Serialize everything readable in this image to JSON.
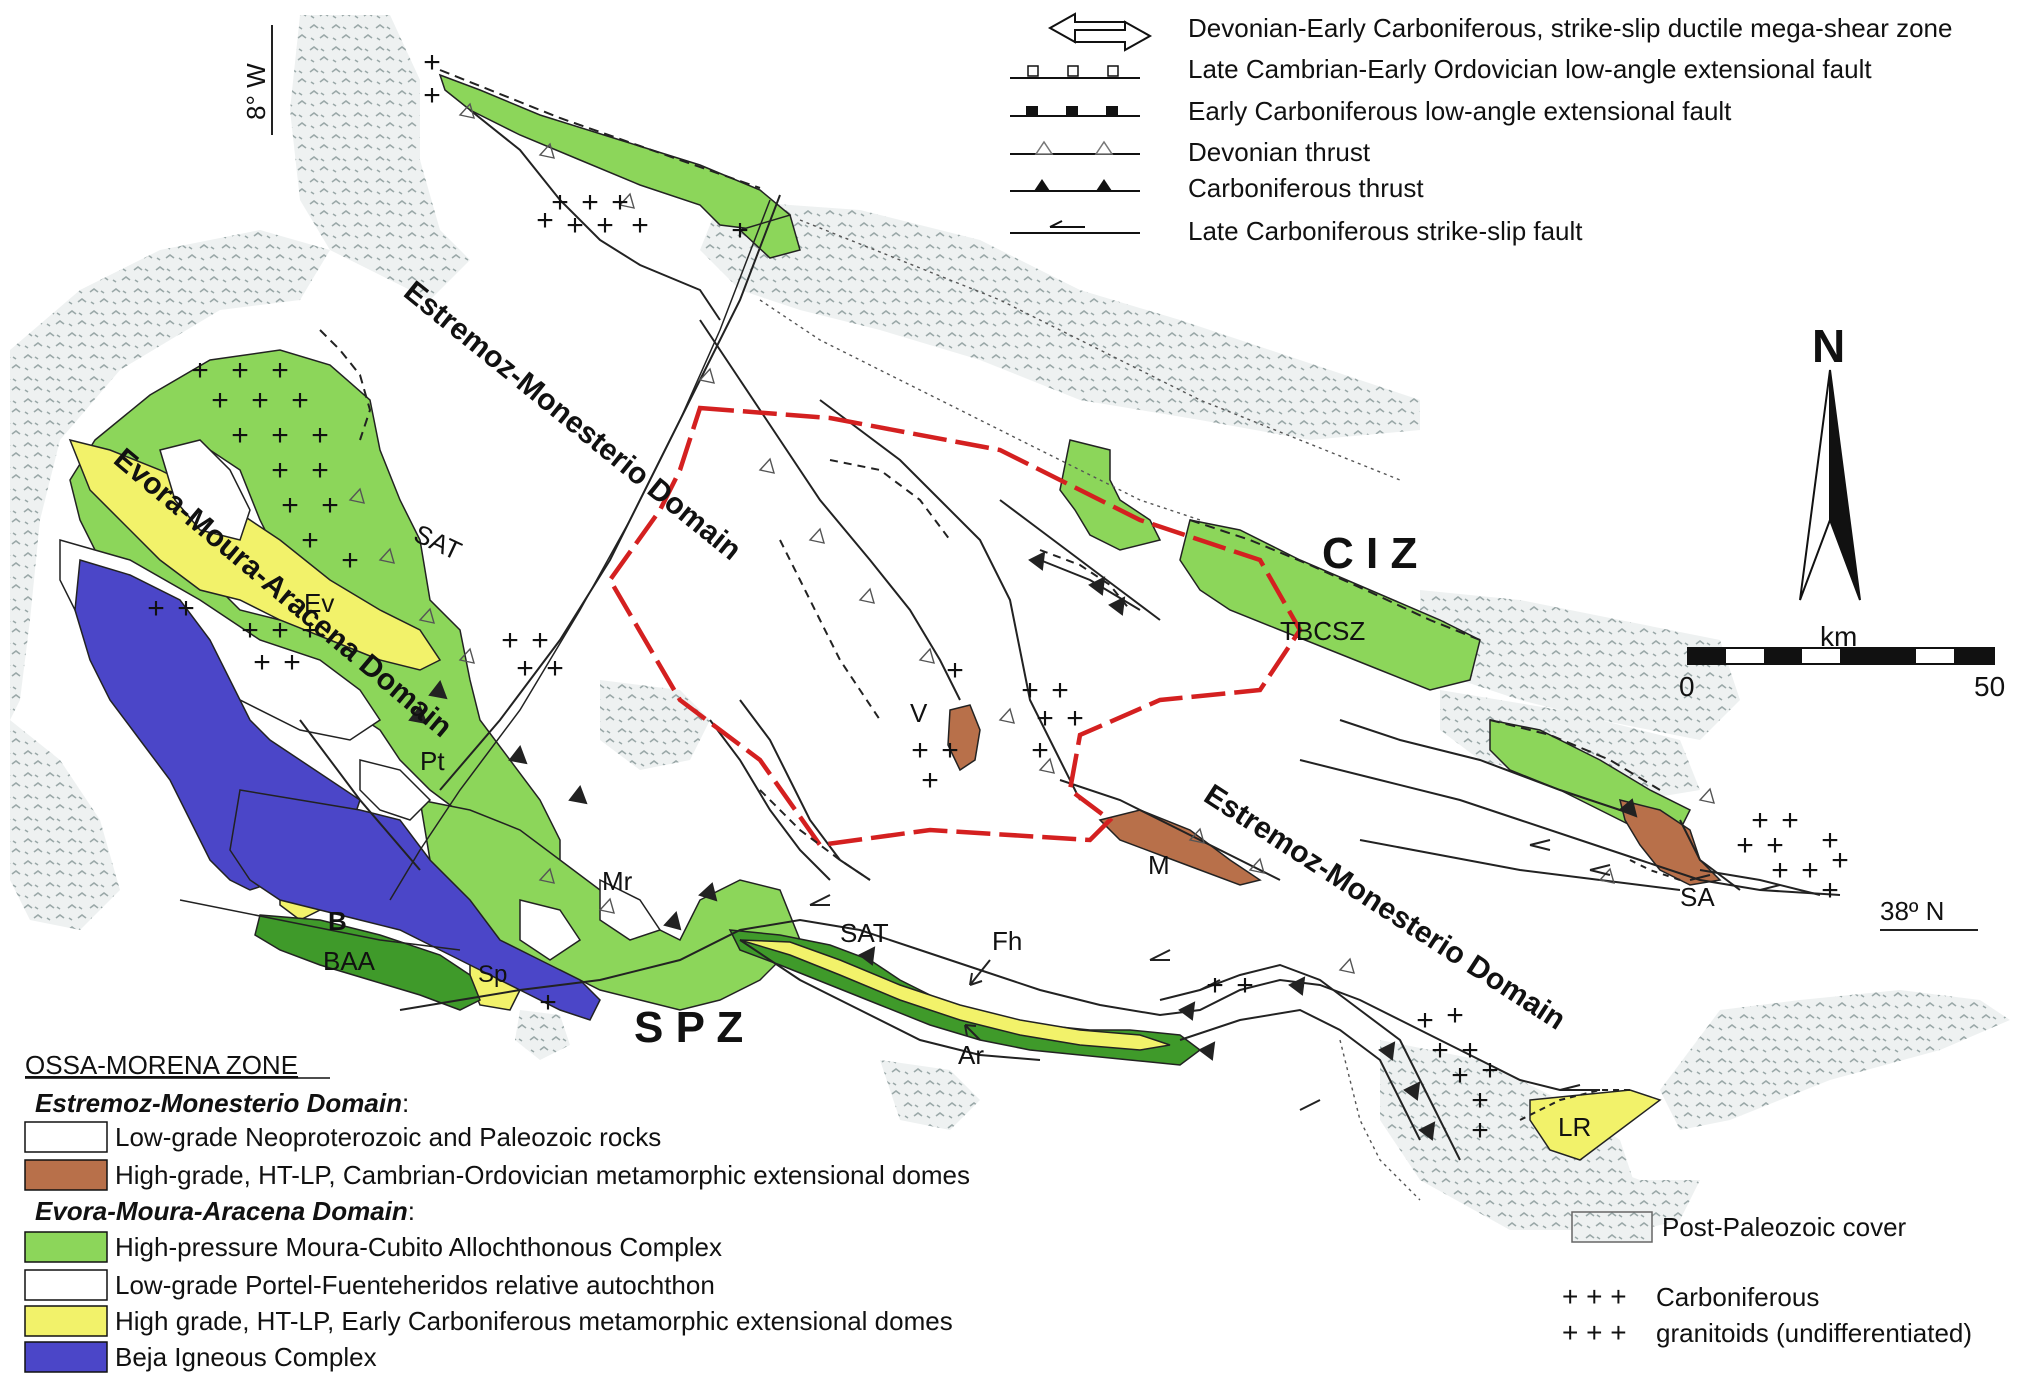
{
  "meridian_label": "8° W",
  "parallel_label": "38º N",
  "north_arrow": {
    "letter": "N"
  },
  "scale_bar": {
    "unit": "km",
    "min": "0",
    "max": "50"
  },
  "zones": {
    "ciz": "C   I   Z",
    "spz": "S   P   Z"
  },
  "domain_labels": {
    "emd_north": "Estremoz-Monesterio Domain",
    "emd_south": "Estremoz-Monesterio Domain",
    "ema": "Evora-Moura-Aracena Domain"
  },
  "place_labels": {
    "sat_north": "SAT",
    "sat_south": "SAT",
    "ev": "Ev",
    "pt": "Pt",
    "mr": "Mr",
    "b": "B",
    "baa": "BAA",
    "sp": "Sp",
    "v": "V",
    "m": "M",
    "tbcsz": "TBCSZ",
    "sa": "SA",
    "fh": "Fh",
    "ar": "Ar",
    "lr": "LR"
  },
  "structure_legend": [
    {
      "symbol": "double-arrow-icon",
      "label": "Devonian-Early Carboniferous, strike-slip ductile mega-shear zone"
    },
    {
      "symbol": "open-square-fault-icon",
      "label": "Late Cambrian-Early Ordovician low-angle extensional fault"
    },
    {
      "symbol": "filled-square-fault-icon",
      "label": "Early Carboniferous low-angle extensional fault"
    },
    {
      "symbol": "open-triangle-thrust-icon",
      "label": "Devonian thrust"
    },
    {
      "symbol": "filled-triangle-thrust-icon",
      "label": "Carboniferous thrust"
    },
    {
      "symbol": "half-arrow-fault-icon",
      "label": "Late Carboniferous strike-slip fault"
    }
  ],
  "unit_legend": {
    "heading": "OSSA-MORENA ZONE",
    "groups": [
      {
        "title": "Estremoz-Monesterio Domain",
        "suffix": ":",
        "items": [
          {
            "color": "#ffffff",
            "label": "Low-grade Neoproterozoic and Paleozoic rocks"
          },
          {
            "color": "#b8704a",
            "label": "High-grade, HT-LP, Cambrian-Ordovician metamorphic extensional domes"
          }
        ]
      },
      {
        "title": "Evora-Moura-Aracena Domain",
        "suffix": ":",
        "items": [
          {
            "color": "#8cd65a",
            "label": "High-pressure Moura-Cubito Allochthonous Complex"
          },
          {
            "color": "#ffffff",
            "label": "Low-grade Portel-Fuenteheridos relative autochthon"
          },
          {
            "color": "#f2f26a",
            "label": "High grade, HT-LP, Early Carboniferous metamorphic extensional domes"
          },
          {
            "color": "#4b46c8",
            "label": "Beja Igneous Complex"
          }
        ]
      }
    ]
  },
  "cover_legend": {
    "label": "Post-Paleozoic cover"
  },
  "granitoid_legend": {
    "line1": "Carboniferous",
    "line2": "granitoids (undifferentiated)"
  },
  "colors": {
    "high_pressure_green": "#8cd65a",
    "dark_green": "#3f9a2a",
    "dome_brown": "#b8704a",
    "dome_yellow": "#f2f26a",
    "beja_blue": "#4b46c8",
    "study_area_red": "#d42020",
    "cover_grey": "#b8c2c2"
  }
}
